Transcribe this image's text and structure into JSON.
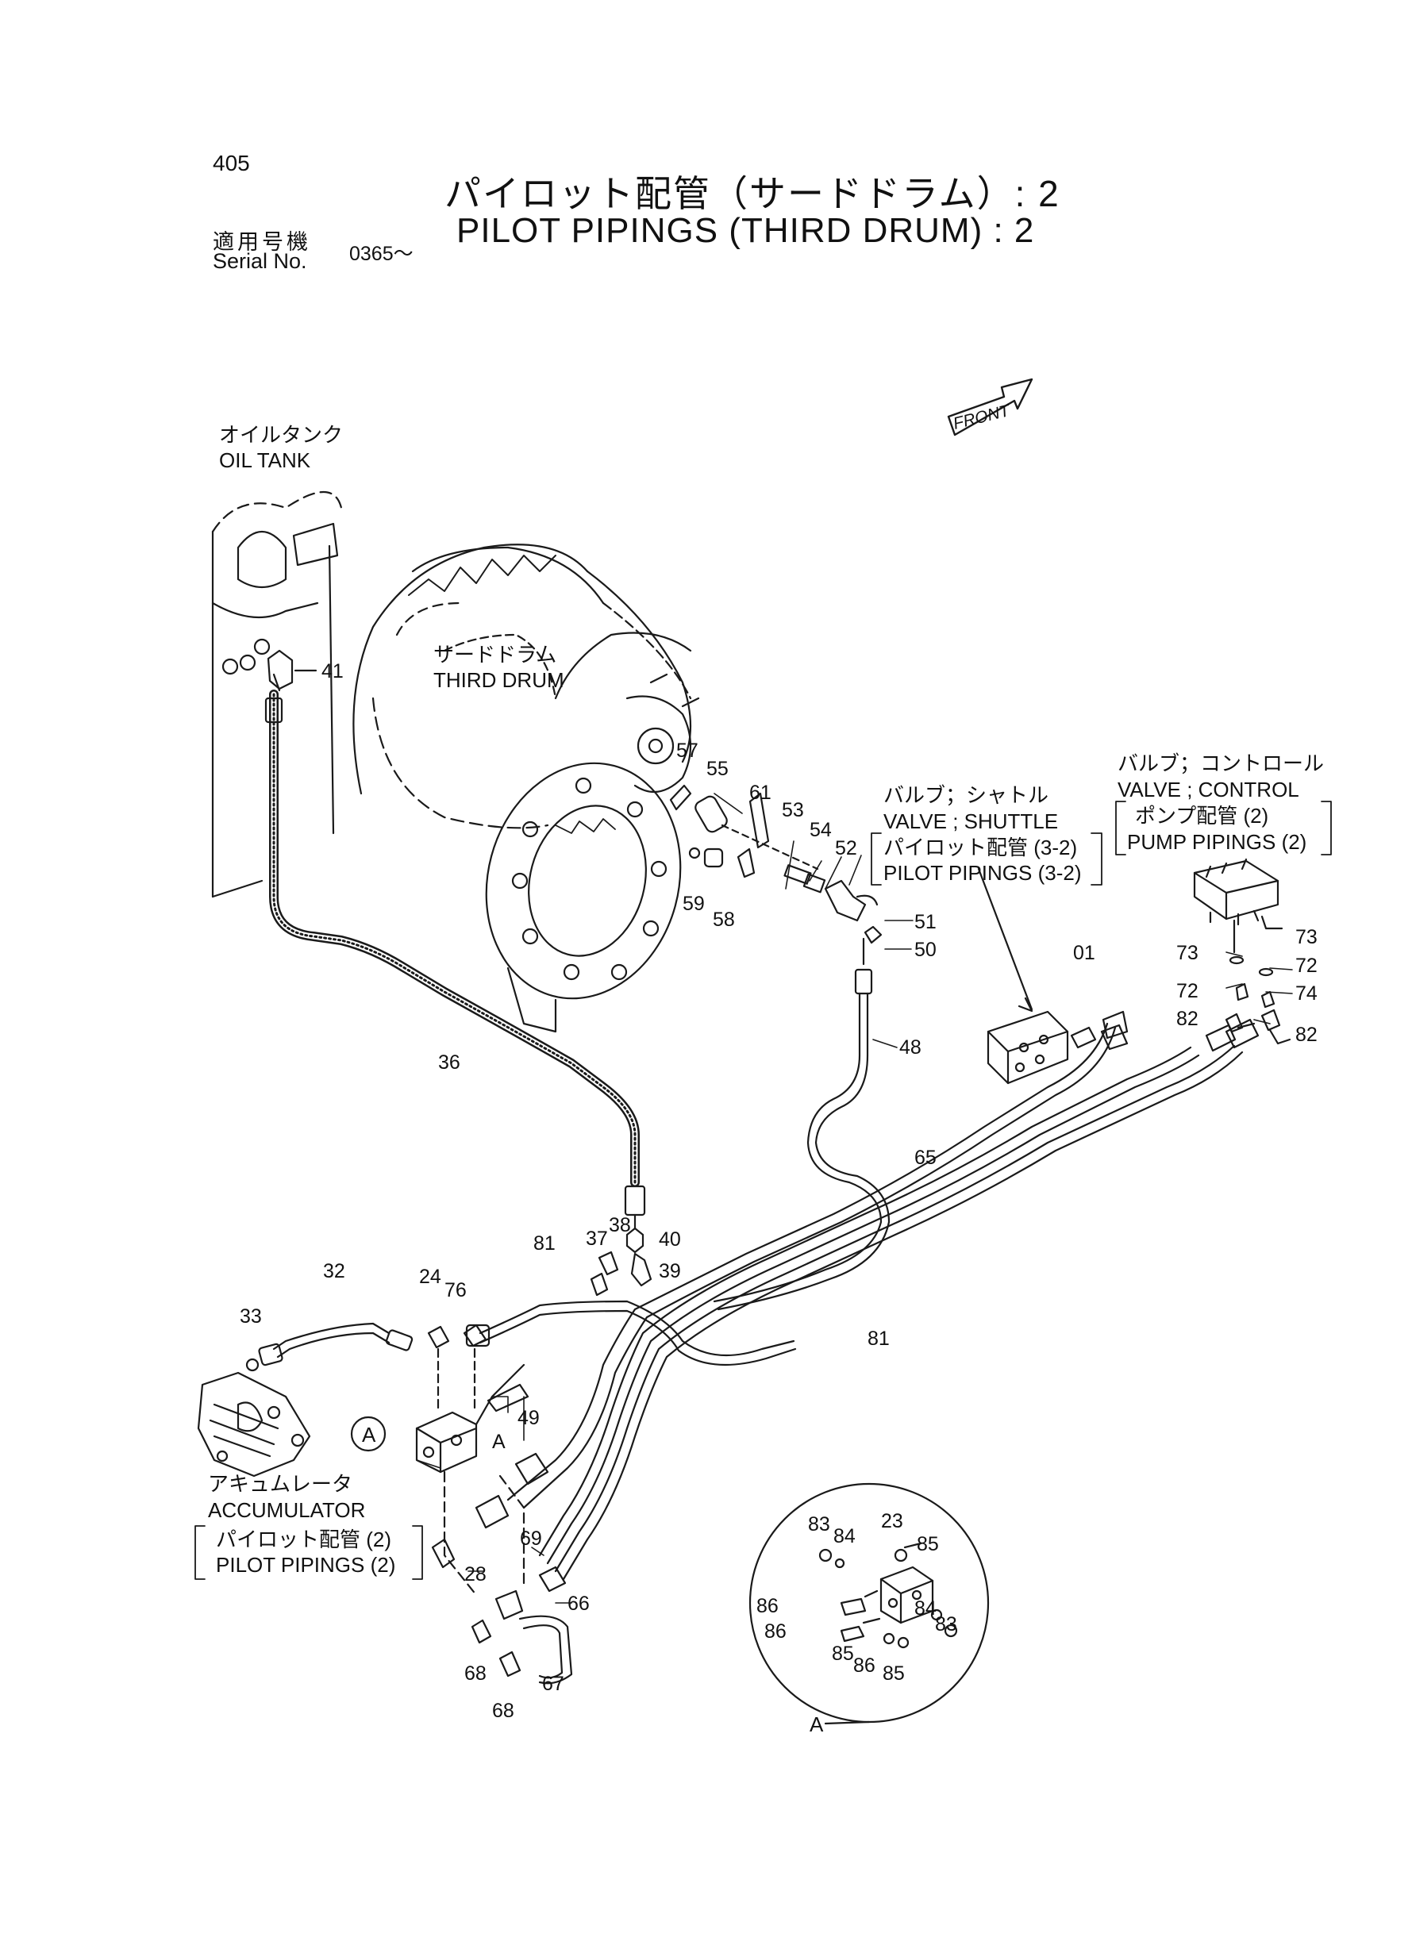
{
  "page_number": "405",
  "title_jp": "パイロット配管（サードドラム）: 2",
  "title_en": "PILOT PIPINGS (THIRD DRUM) : 2",
  "serial_label_jp": "適用号機",
  "serial_label_en": "Serial No.",
  "serial_value": "0365～",
  "front_label": "FRONT",
  "labels": {
    "oil_tank_jp": "オイルタンク",
    "oil_tank_en": "OIL TANK",
    "third_drum_jp": "サードドラム",
    "third_drum_en": "THIRD DRUM",
    "shuttle_jp": "バルブ；シャトル",
    "shuttle_en": "VALVE ; SHUTTLE",
    "shuttle_ref_jp": "パイロット配管 (3-2)",
    "shuttle_ref_en": "PILOT PIPINGS (3-2)",
    "control_jp": "バルブ；コントロール",
    "control_en": "VALVE ; CONTROL",
    "control_ref_jp": "ポンプ配管 (2)",
    "control_ref_en": "PUMP PIPINGS (2)",
    "accumulator_jp": "アキュムレータ",
    "accumulator_en": "ACCUMULATOR",
    "acc_ref_jp": "パイロット配管 (2)",
    "acc_ref_en": "PILOT PIPINGS (2)",
    "detail_a": "A"
  },
  "part_callouts": [
    "41",
    "36",
    "57",
    "55",
    "61",
    "53",
    "54",
    "52",
    "59",
    "58",
    "51",
    "50",
    "48",
    "01",
    "73",
    "73",
    "72",
    "72",
    "74",
    "82",
    "82",
    "65",
    "81",
    "81",
    "40",
    "38",
    "37",
    "39",
    "32",
    "33",
    "24",
    "76",
    "49",
    "A",
    "28",
    "69",
    "66",
    "68",
    "68",
    "67",
    "83",
    "84",
    "23",
    "85",
    "84",
    "83",
    "86",
    "86",
    "85",
    "86",
    "85"
  ]
}
